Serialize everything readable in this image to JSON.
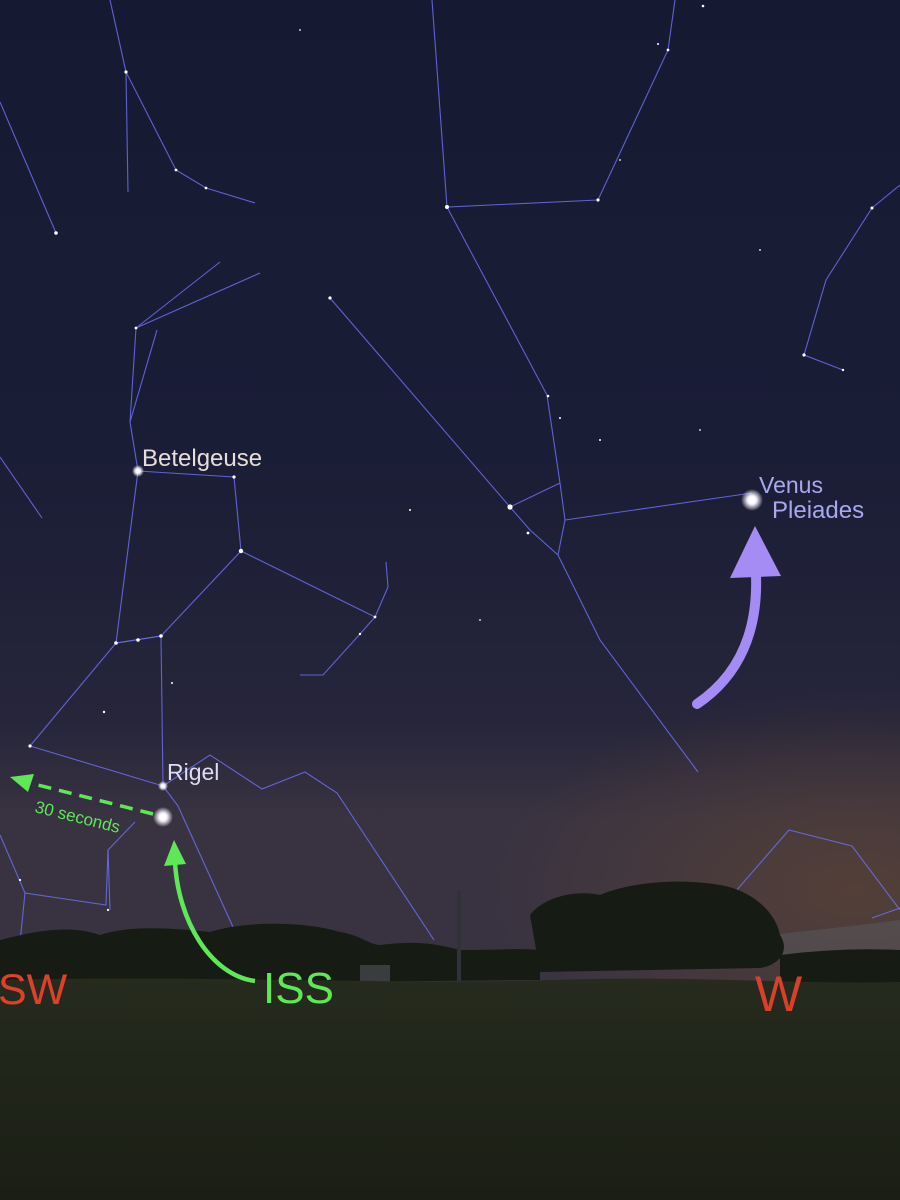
{
  "labels": {
    "betelgeuse": "Betelgeuse",
    "rigel": "Rigel",
    "venus": "Venus",
    "pleiades": "Pleiades",
    "iss": "ISS",
    "iss_motion": "30 seconds"
  },
  "compass": {
    "southwest": "SW",
    "west": "W"
  },
  "colors": {
    "sky_top": "#161a33",
    "sky_horizon": "#3a3238",
    "constellation_line": "#6b6ff0",
    "star_label": "#e8ddd8",
    "planet_label": "#a8a8f0",
    "iss_color": "#5ee858",
    "venus_arrow": "#a48cf4",
    "compass_color": "#e0402a",
    "ground": "#1f2418"
  }
}
